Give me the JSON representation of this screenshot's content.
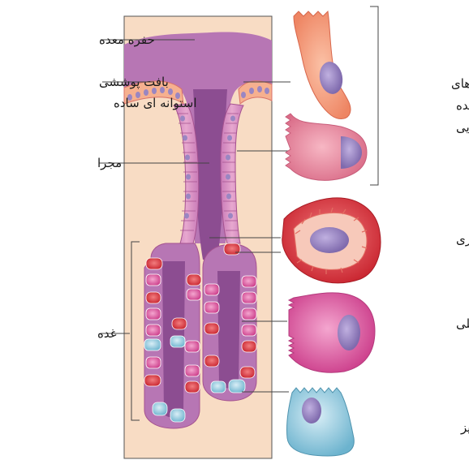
{
  "labels": {
    "pit": "حفره معده",
    "epithelium_line1": "بافت پوششی",
    "epithelium_line2": "استوانه ای ساده",
    "duct": "مجرا",
    "gland": "غده",
    "mucous_line1": "یاخته های",
    "mucous_line2": "ترشح کننده",
    "mucous_line3": "مواد قلیایی",
    "parietal": "یاخته کناری",
    "chief": "یاخته اصلی",
    "endocrine": "یاخته درون ریز"
  },
  "colors": {
    "mucous_cell": "#f4a183",
    "mucous_cell_2": "#e98aa0",
    "parietal_cell": "#e0464e",
    "chief_cell": "#e36aa8",
    "endocrine_cell": "#a9d3e3",
    "tissue_bg": "#f8dcc4",
    "mucosa": "#b475b4",
    "nucleus": "#9a86c2"
  }
}
